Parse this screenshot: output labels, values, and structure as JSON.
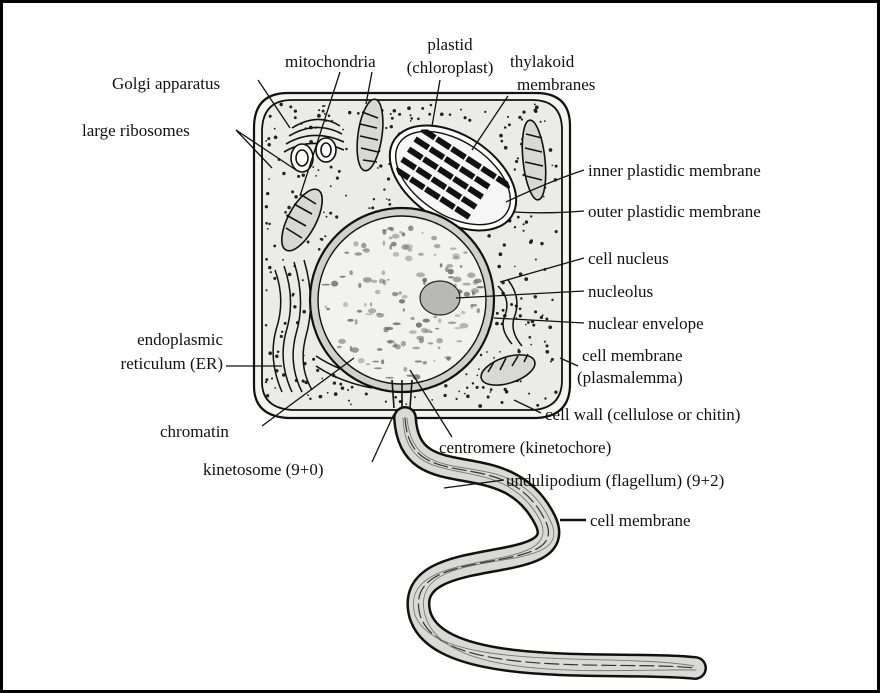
{
  "labels": {
    "golgi": "Golgi apparatus",
    "mitochondria": "mitochondria",
    "plastid_1": "plastid",
    "plastid_2": "(chloroplast)",
    "thylakoid_1": "thylakoid",
    "thylakoid_2": "membranes",
    "large_ribosomes": "large ribosomes",
    "inner_plastidic": "inner plastidic membrane",
    "outer_plastidic": "outer plastidic membrane",
    "cell_nucleus": "cell nucleus",
    "nucleolus": "nucleolus",
    "nuclear_envelope": "nuclear envelope",
    "er_1": "endoplasmic",
    "er_2": "reticulum (ER)",
    "cell_membrane_1": "cell membrane",
    "cell_membrane_2": "(plasmalemma)",
    "chromatin": "chromatin",
    "cell_wall": "cell wall (cellulose or chitin)",
    "centromere": "centromere (kinetochore)",
    "kinetosome": "kinetosome (9+0)",
    "undulipodium": "undulipodium (flagellum) (9+2)",
    "flagellum_membrane": "cell membrane"
  }
}
